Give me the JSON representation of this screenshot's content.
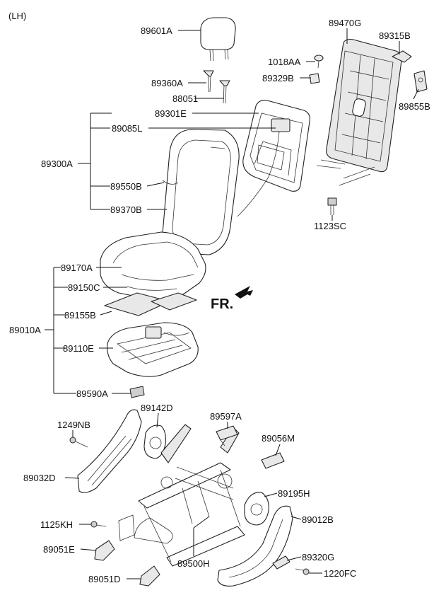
{
  "side_label": "(LH)",
  "direction_label": "FR.",
  "part_labels": {
    "p89601A": "89601A",
    "p89470G": "89470G",
    "p89315B": "89315B",
    "p1018AA": "1018AA",
    "p89329B": "89329B",
    "p89360A": "89360A",
    "p88051": "88051",
    "p89855B": "89855B",
    "p89301E": "89301E",
    "p89085L": "89085L",
    "p89300A": "89300A",
    "p89550B": "89550B",
    "p89370B": "89370B",
    "p1123SC": "1123SC",
    "p89170A": "89170A",
    "p89150C": "89150C",
    "p89155B": "89155B",
    "p89010A": "89010A",
    "p89110E": "89110E",
    "p89590A": "89590A",
    "p89142D": "89142D",
    "p1249NB": "1249NB",
    "p89597A": "89597A",
    "p89056M": "89056M",
    "p89032D": "89032D",
    "p89195H": "89195H",
    "p1125KH": "1125KH",
    "p89012B": "89012B",
    "p89051E": "89051E",
    "p89320G": "89320G",
    "p89500H": "89500H",
    "p1220FC": "1220FC",
    "p89051D": "89051D"
  }
}
